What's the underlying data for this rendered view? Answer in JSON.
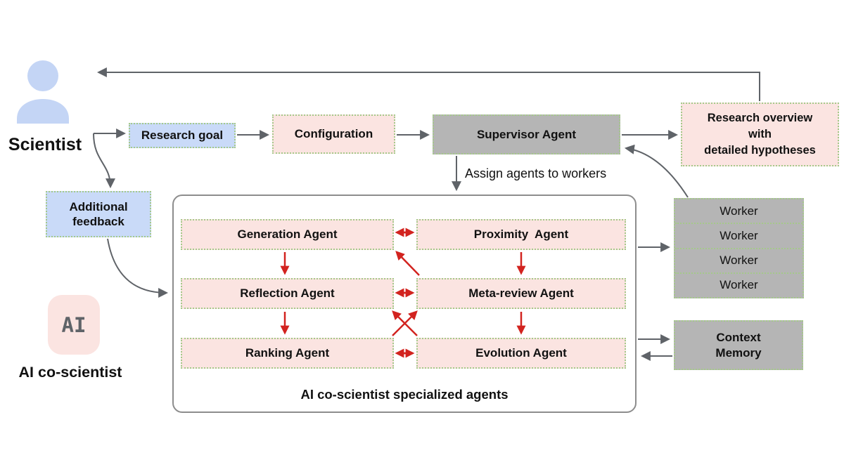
{
  "colors": {
    "blue_box": "#c9daf8",
    "pink_box": "#fbe4e1",
    "gray_box": "#b5b5b5",
    "dotted_border_green": "#a5c98a",
    "red_arrow": "#d2231f",
    "gray_arrow": "#5f6368",
    "person_icon_blue": "#c4d5f5"
  },
  "scientist": {
    "label": "Scientist"
  },
  "ai_coscientist": {
    "icon_text": "AI",
    "label": "AI co-scientist"
  },
  "flow": {
    "research_goal": "Research goal",
    "configuration": "Configuration",
    "supervisor_agent": "Supervisor Agent",
    "research_overview": "Research overview\nwith\ndetailed hypotheses",
    "assign_agents": "Assign agents to workers",
    "additional_feedback": "Additional\nfeedback"
  },
  "agents_panel": {
    "title": "AI co-scientist specialized agents",
    "agents": [
      "Generation Agent",
      "Proximity  Agent",
      "Reflection Agent",
      "Meta-review Agent",
      "Ranking Agent",
      "Evolution Agent"
    ]
  },
  "workers": {
    "items": [
      "Worker",
      "Worker",
      "Worker",
      "Worker"
    ]
  },
  "context_memory": {
    "label": "Context\nMemory"
  }
}
